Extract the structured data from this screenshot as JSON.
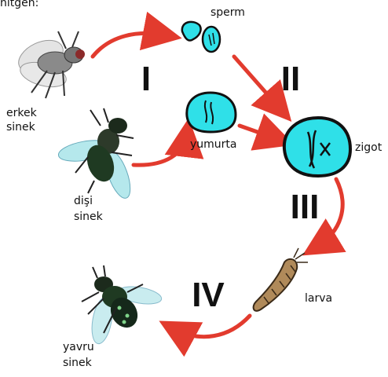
{
  "labels": {
    "top_text": "nitgen:",
    "sperm": "sperm",
    "egg": "yumurta",
    "zygote": "zigot",
    "larva": "larva",
    "male_fly_line1": "erkek",
    "male_fly_line2": "sinek",
    "female_fly_line1": "dişi",
    "female_fly_line2": "sinek",
    "young_fly_line1": "yavru",
    "young_fly_line2": "sinek"
  },
  "stages": {
    "I": "I",
    "II": "II",
    "III": "III",
    "IV": "IV"
  },
  "colors": {
    "arrow": "#e23b2e",
    "cell": "#2fe0e8",
    "outline": "#111111"
  }
}
